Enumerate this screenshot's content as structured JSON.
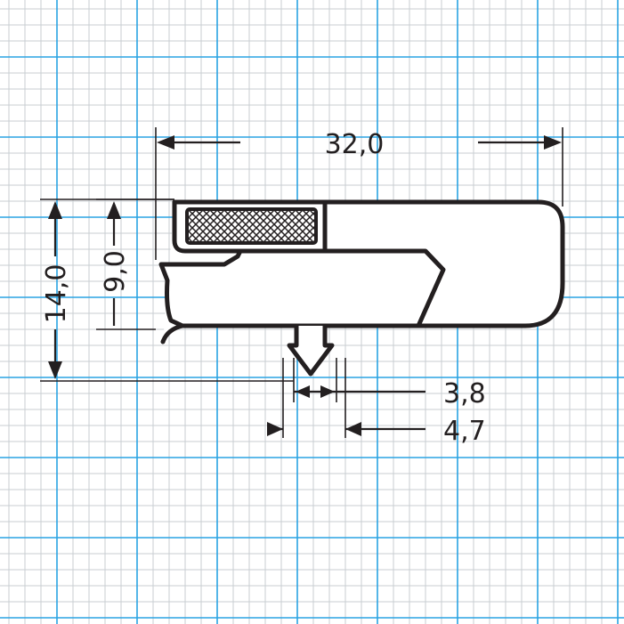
{
  "dimensions": {
    "width_top": "32,0",
    "height_outer": "14,0",
    "height_inner": "9,0",
    "dart_inner": "3,8",
    "dart_outer": "4,7"
  },
  "colors": {
    "grid_major": "#2aa3e3",
    "grid_minor": "#c8cdd2",
    "ink": "#231f20",
    "background": "#ffffff"
  }
}
